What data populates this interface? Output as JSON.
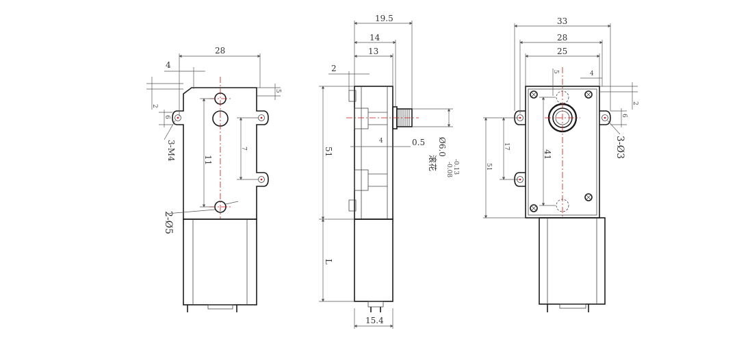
{
  "left_view": {
    "dim_width": "28",
    "dim_ear_width": "4",
    "dim_top_step": "5",
    "dim_small_a": "2",
    "dim_small_b": "6",
    "dim_hole_spacing": "11",
    "dim_ear_spacing": "7",
    "label_threads": "3-M4",
    "label_holes": "2-Ø5"
  },
  "side_view": {
    "dim_overall": "19.5",
    "dim_mid": "14",
    "dim_inner": "13",
    "dim_offset": "2",
    "dim_height": "51",
    "dim_motor_length": "L",
    "dim_shaft_small": "4",
    "dim_flat": "0.5",
    "label_shaft": "Ø6.0",
    "label_shaft_tol_upper": "-0.13",
    "label_shaft_tol_lower": "-0.08",
    "label_knurl": "滚花",
    "dim_motor_diameter": "15.4"
  },
  "right_view": {
    "dim_outer": "33",
    "dim_mid": "28",
    "dim_inner": "25",
    "dim_top": "5",
    "dim_ear": "4",
    "dim_small_a": "2",
    "dim_small_b": "6",
    "dim_hole_spacing": "41",
    "dim_ear_spacing": "17",
    "dim_total": "51",
    "label_holes": "3-Ø3"
  }
}
